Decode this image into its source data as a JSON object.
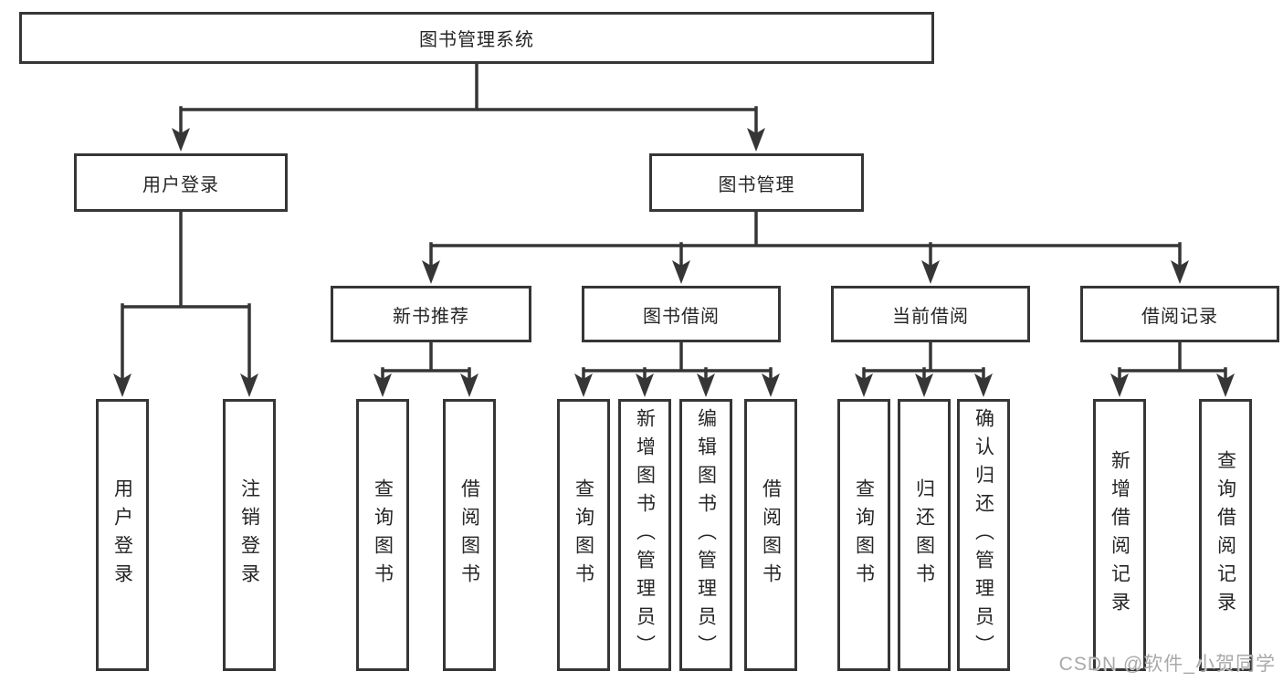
{
  "tree": {
    "root": {
      "label": "图书管理系统"
    },
    "branches": [
      {
        "label": "用户登录",
        "leaves": [
          "用户登录",
          "注销登录"
        ]
      },
      {
        "label": "图书管理",
        "groups": [
          {
            "label": "新书推荐",
            "leaves": [
              "查询图书",
              "借阅图书"
            ]
          },
          {
            "label": "图书借阅",
            "leaves": [
              "查询图书",
              "新增图书（管理员）",
              "编辑图书（管理员）",
              "借阅图书"
            ]
          },
          {
            "label": "当前借阅",
            "leaves": [
              "查询图书",
              "归还图书",
              "确认归还（管理员）"
            ]
          },
          {
            "label": "借阅记录",
            "leaves": [
              "新增借阅记录",
              "查询借阅记录"
            ]
          }
        ]
      }
    ]
  },
  "watermark": "CSDN @软件_小贺同学",
  "colors": {
    "line": "#363636",
    "text": "#262626",
    "background": "#ffffff",
    "watermark": "#a9a9a9"
  }
}
